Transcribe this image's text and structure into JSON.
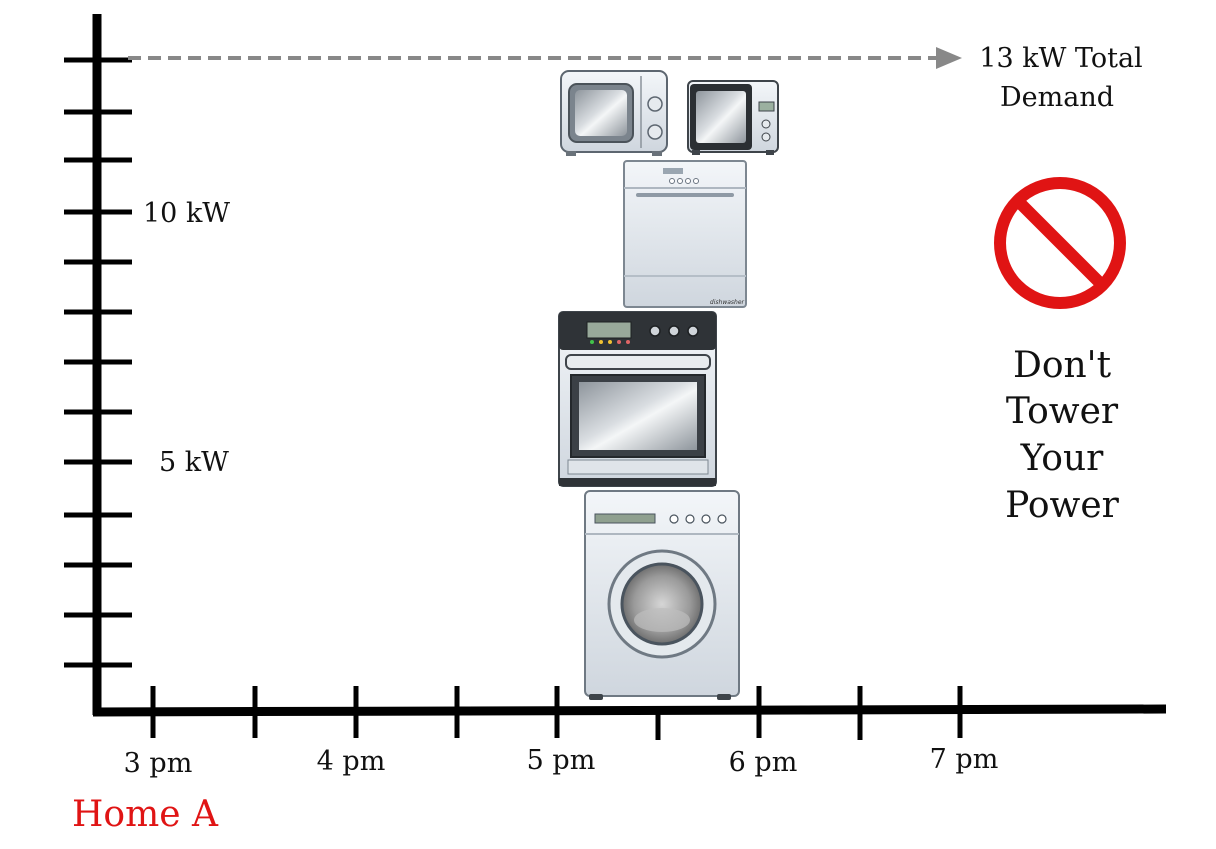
{
  "axis": {
    "y_labels": [
      "10 kW",
      "5 kW"
    ],
    "x_labels": [
      "3 pm",
      "4 pm",
      "5 pm",
      "6 pm",
      "7 pm"
    ]
  },
  "total_demand": {
    "line1": "13 kW Total",
    "line2": "Demand"
  },
  "home_label": "Home A",
  "slogan": [
    "Don't",
    "Tower",
    "Your",
    "Power"
  ],
  "appliances": [
    {
      "name": "microwave",
      "icon": "microwave-icon"
    },
    {
      "name": "small microwave",
      "icon": "microwave-icon"
    },
    {
      "name": "dishwasher",
      "icon": "dishwasher-icon",
      "brand_text": "dishwasher"
    },
    {
      "name": "oven",
      "icon": "oven-icon"
    },
    {
      "name": "washing machine",
      "icon": "washing-machine-icon"
    }
  ],
  "colors": {
    "axis": "#000000",
    "arrow": "#888888",
    "home_label": "#e01414",
    "no_sign": "#e01414"
  }
}
